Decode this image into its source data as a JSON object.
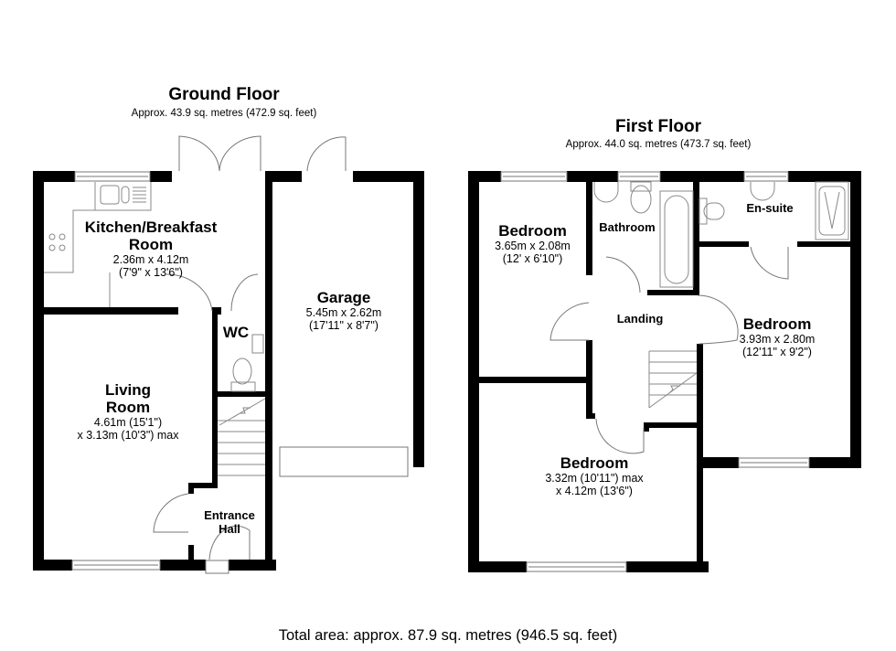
{
  "ground_floor": {
    "title": "Ground Floor",
    "area": "Approx. 43.9 sq. metres (472.9 sq. feet)",
    "rooms": [
      {
        "name": "Kitchen/Breakfast Room",
        "name_line1": "Kitchen/Breakfast",
        "name_line2": "Room",
        "dim1": "2.36m x 4.12m",
        "dim2": "(7'9\" x 13'6\")"
      },
      {
        "name": "Garage",
        "dim1": "5.45m x 2.62m",
        "dim2": "(17'11\" x 8'7\")"
      },
      {
        "name": "WC"
      },
      {
        "name": "Living Room",
        "name_line1": "Living",
        "name_line2": "Room",
        "dim1": "4.61m (15'1\")",
        "dim2": "x 3.13m (10'3\") max"
      },
      {
        "name": "Entrance Hall",
        "name_line1": "Entrance",
        "name_line2": "Hall"
      }
    ]
  },
  "first_floor": {
    "title": "First Floor",
    "area": "Approx. 44.0 sq. metres (473.7 sq. feet)",
    "rooms": [
      {
        "name": "Bedroom",
        "dim1": "3.65m x 2.08m",
        "dim2": "(12' x 6'10\")"
      },
      {
        "name": "Bathroom"
      },
      {
        "name": "En-suite"
      },
      {
        "name": "Landing"
      },
      {
        "name": "Bedroom",
        "dim1": "3.93m x 2.80m",
        "dim2": "(12'11\" x 9'2\")"
      },
      {
        "name": "Bedroom",
        "dim1": "3.32m (10'11\") max",
        "dim2": "x 4.12m (13'6\")"
      }
    ]
  },
  "total_area": "Total area: approx. 87.9 sq. metres (946.5 sq. feet)",
  "colors": {
    "wall": "#000000",
    "fixture": "#888888",
    "background": "#ffffff"
  }
}
